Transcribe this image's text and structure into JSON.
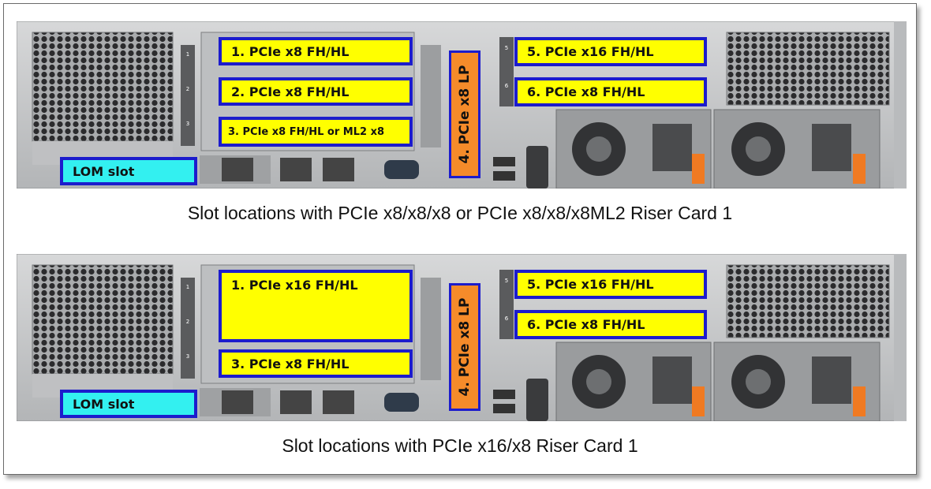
{
  "panels": {
    "top": {
      "caption": "Slot locations with PCIe x8/x8/x8  or PCIe x8/x8/x8ML2  Riser Card 1",
      "slots": {
        "s1": "1. PCIe x8 FH/HL",
        "s2": "2. PCIe x8 FH/HL",
        "s3": "3. PCIe x8 FH/HL or ML2 x8",
        "s4": "4. PCIe x8 LP",
        "s5": "5. PCIe x16 FH/HL",
        "s6": "6. PCIe x8 FH/HL",
        "lom": "LOM slot"
      }
    },
    "bottom": {
      "caption": "Slot locations with PCIe x16/x8 Riser Card 1",
      "slots": {
        "s1": "1. PCIe x16 FH/HL",
        "s3": "3. PCIe x8 FH/HL",
        "s4": "4. PCIe x8 LP",
        "s5": "5. PCIe x16 FH/HL",
        "s6": "6. PCIe x8 FH/HL",
        "lom": "LOM slot"
      }
    }
  },
  "colors": {
    "slot_fill": "#ffff00",
    "slot_border": "#1c1ccc",
    "lp_slot_fill": "#f58b2a",
    "lom_fill": "#33f0f0",
    "psu_latch": "#f07a22",
    "chassis": "#c9cacb"
  }
}
